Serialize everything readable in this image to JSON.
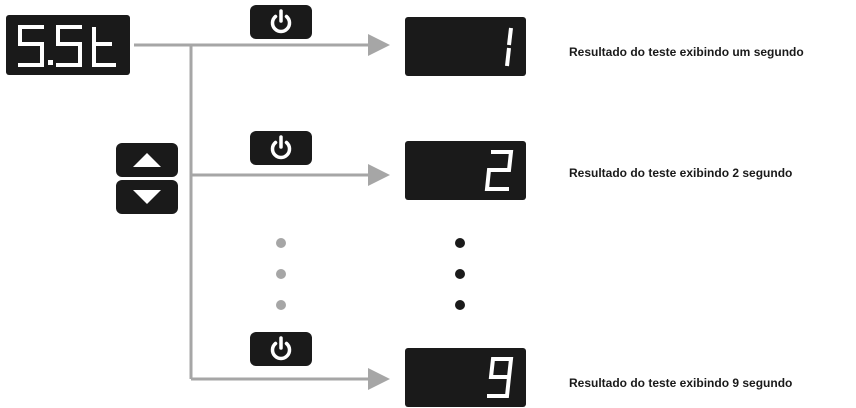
{
  "source_display": {
    "value": "5.5t"
  },
  "controls": {
    "up": "up-arrow-icon",
    "down": "down-arrow-icon",
    "power": "power-icon"
  },
  "outputs": [
    {
      "display_value": "1",
      "caption": "Resultado do teste exibindo um segundo"
    },
    {
      "display_value": "2",
      "caption": "Resultado do teste exibindo 2 segundo"
    },
    {
      "display_value": "9",
      "caption": "Resultado do teste exibindo 9 segundo"
    }
  ],
  "colors": {
    "display_bg": "#1a1a1a",
    "segment": "#ffffff",
    "arrow": "#a6a6a6",
    "dot_grey": "#a6a6a6",
    "dot_black": "#1a1a1a"
  }
}
